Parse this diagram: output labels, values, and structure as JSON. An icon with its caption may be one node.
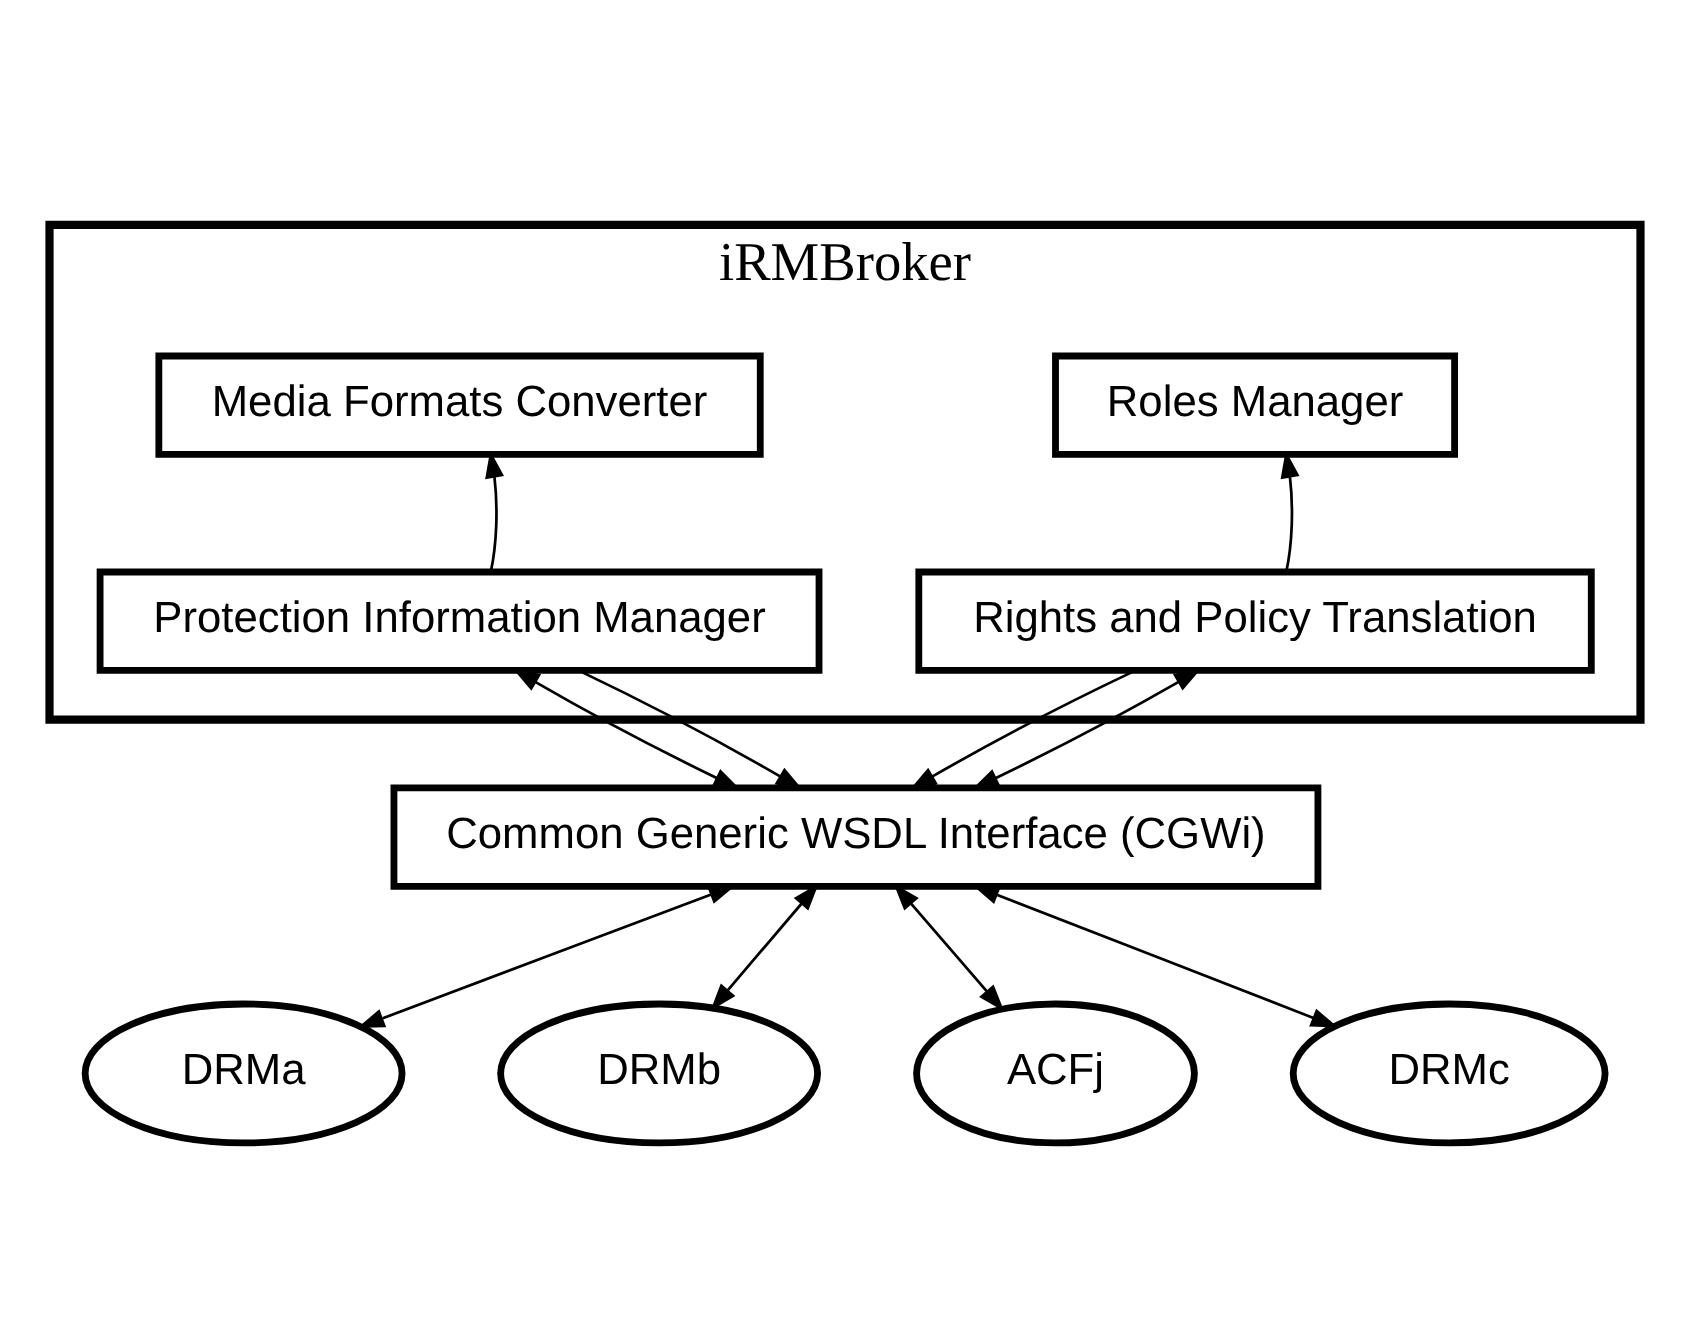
{
  "diagram": {
    "nodes": [
      {
        "text": [
          "iRMBroker"
        ]
      },
      {
        "text": [
          "Roles Manager"
        ],
        "in": 0
      },
      {
        "text": [
          "Media Formats Converter"
        ],
        "in": 0
      },
      {
        "text": [
          "Rights and Policy Translation"
        ],
        "in": 0
      },
      {
        "text": [
          "Protection Information Manager"
        ],
        "in": 0
      },
      {
        "text": [
          "Common Generic WSDL Interface (CGWi)"
        ]
      },
      {
        "text": [
          "DRMa"
        ]
      },
      {
        "text": [
          "DRMb"
        ]
      },
      {
        "text": [
          "ACFj"
        ]
      },
      {
        "text": [
          "DRMc"
        ]
      }
    ],
    "edges": [
      {
        "from": 3,
        "to": 1,
        "arrow": "to"
      },
      {
        "from": 4,
        "to": 2,
        "arrow": "to"
      },
      {
        "from": 3,
        "to": 5,
        "arrow": "to"
      },
      {
        "from": 3,
        "to": 5,
        "arrow": "both"
      },
      {
        "from": 4,
        "to": 5,
        "arrow": "both"
      },
      {
        "from": 4,
        "to": 5,
        "arrow": "to"
      },
      {
        "from": 5,
        "to": 6,
        "arrow": "both"
      },
      {
        "from": 5,
        "to": 7,
        "arrow": "both"
      },
      {
        "from": 5,
        "to": 8,
        "arrow": "both"
      },
      {
        "from": 5,
        "to": 9,
        "arrow": "both"
      }
    ]
  }
}
